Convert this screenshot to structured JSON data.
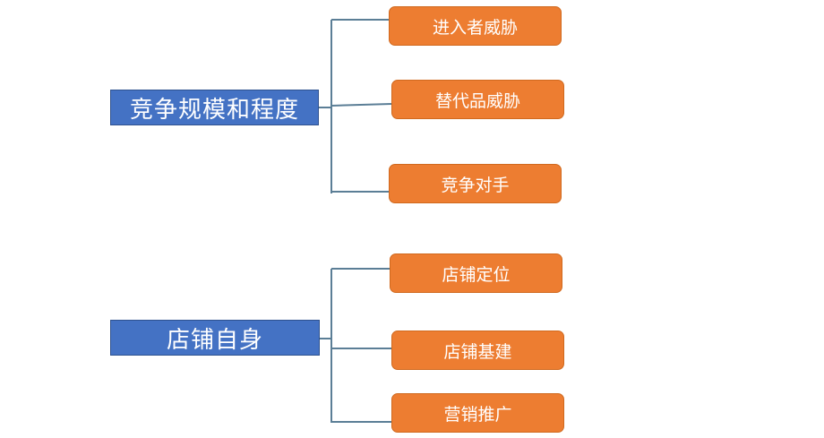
{
  "groups": [
    {
      "root": "竞争规模和程度",
      "children": [
        "进入者威胁",
        "替代品威胁",
        "竞争对手"
      ]
    },
    {
      "root": "店铺自身",
      "children": [
        "店铺定位",
        "店铺基建",
        "营销推广"
      ]
    }
  ],
  "colors": {
    "root_fill": "#4472c4",
    "leaf_fill": "#ed7d31",
    "connector": "#5b7e96"
  }
}
